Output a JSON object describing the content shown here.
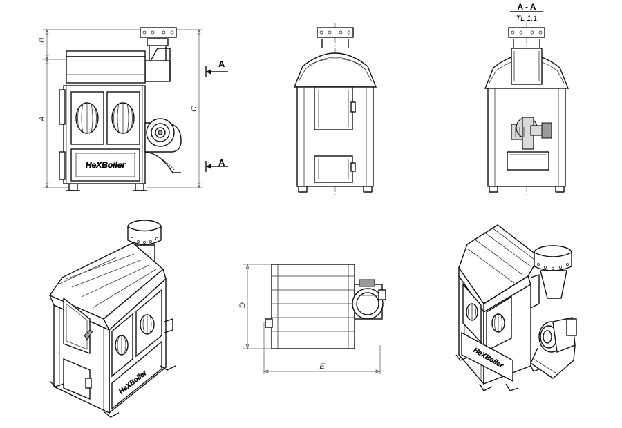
{
  "dimensions": {
    "a": "A",
    "b": "B",
    "c": "C",
    "d": "D",
    "e": "E"
  },
  "section": {
    "marker": "A",
    "title": "A - A",
    "scale": "TL 1:1"
  },
  "brand": {
    "front": "HeXBoiler",
    "iso_left": "HeXBoiler",
    "iso_right": "HeXBoiler"
  }
}
